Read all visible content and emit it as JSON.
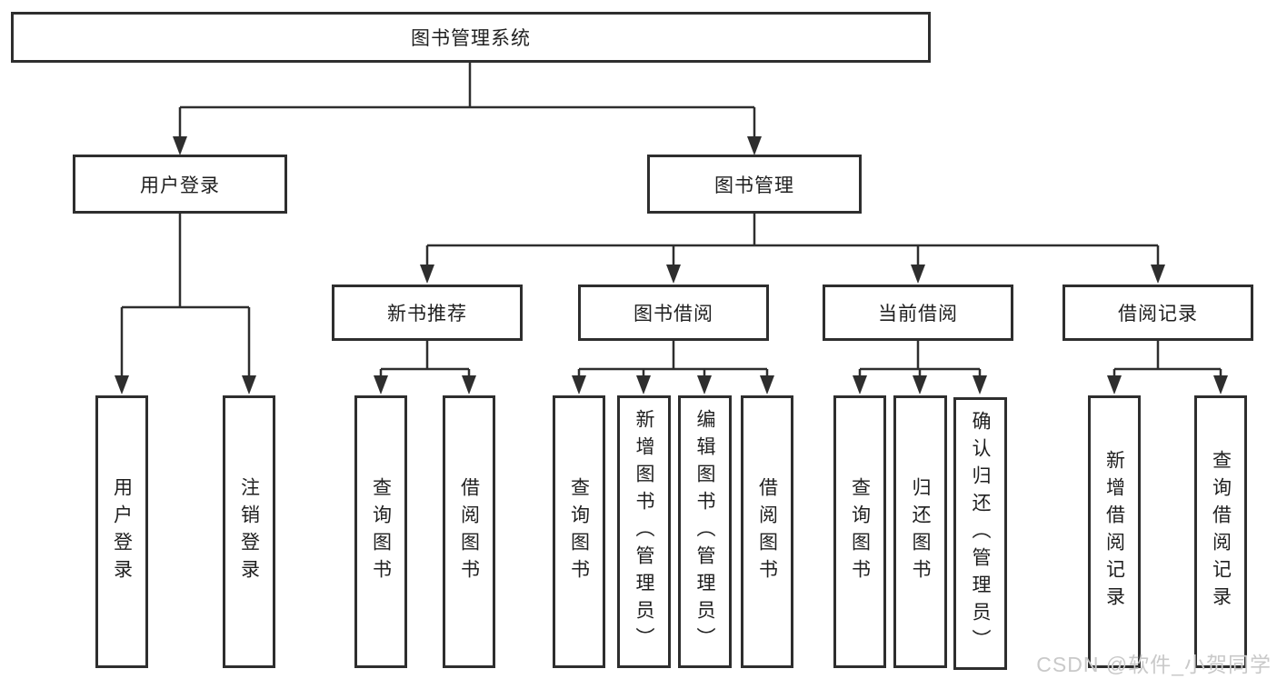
{
  "title": "图书管理系统",
  "watermark": "CSDN @软件_小贺同学",
  "colors": {
    "line": "#2e2e2e",
    "box_border": "#2e2e2e",
    "text": "#1f1f1f",
    "watermark": "#c9c9c9",
    "background": "#ffffff"
  },
  "level2": [
    {
      "label": "用户登录"
    },
    {
      "label": "图书管理"
    }
  ],
  "level3": [
    {
      "label": "新书推荐"
    },
    {
      "label": "图书借阅"
    },
    {
      "label": "当前借阅"
    },
    {
      "label": "借阅记录"
    }
  ],
  "leaves": {
    "login": [
      "用户登录",
      "注销登录"
    ],
    "new_books": [
      "查询图书",
      "借阅图书"
    ],
    "borrow": [
      "查询图书",
      "新增图书（管理员）",
      "编辑图书（管理员）",
      "借阅图书"
    ],
    "current": [
      "查询图书",
      "归还图书",
      "确认归还（管理员）"
    ],
    "records": [
      "新增借阅记录",
      "查询借阅记录"
    ]
  }
}
